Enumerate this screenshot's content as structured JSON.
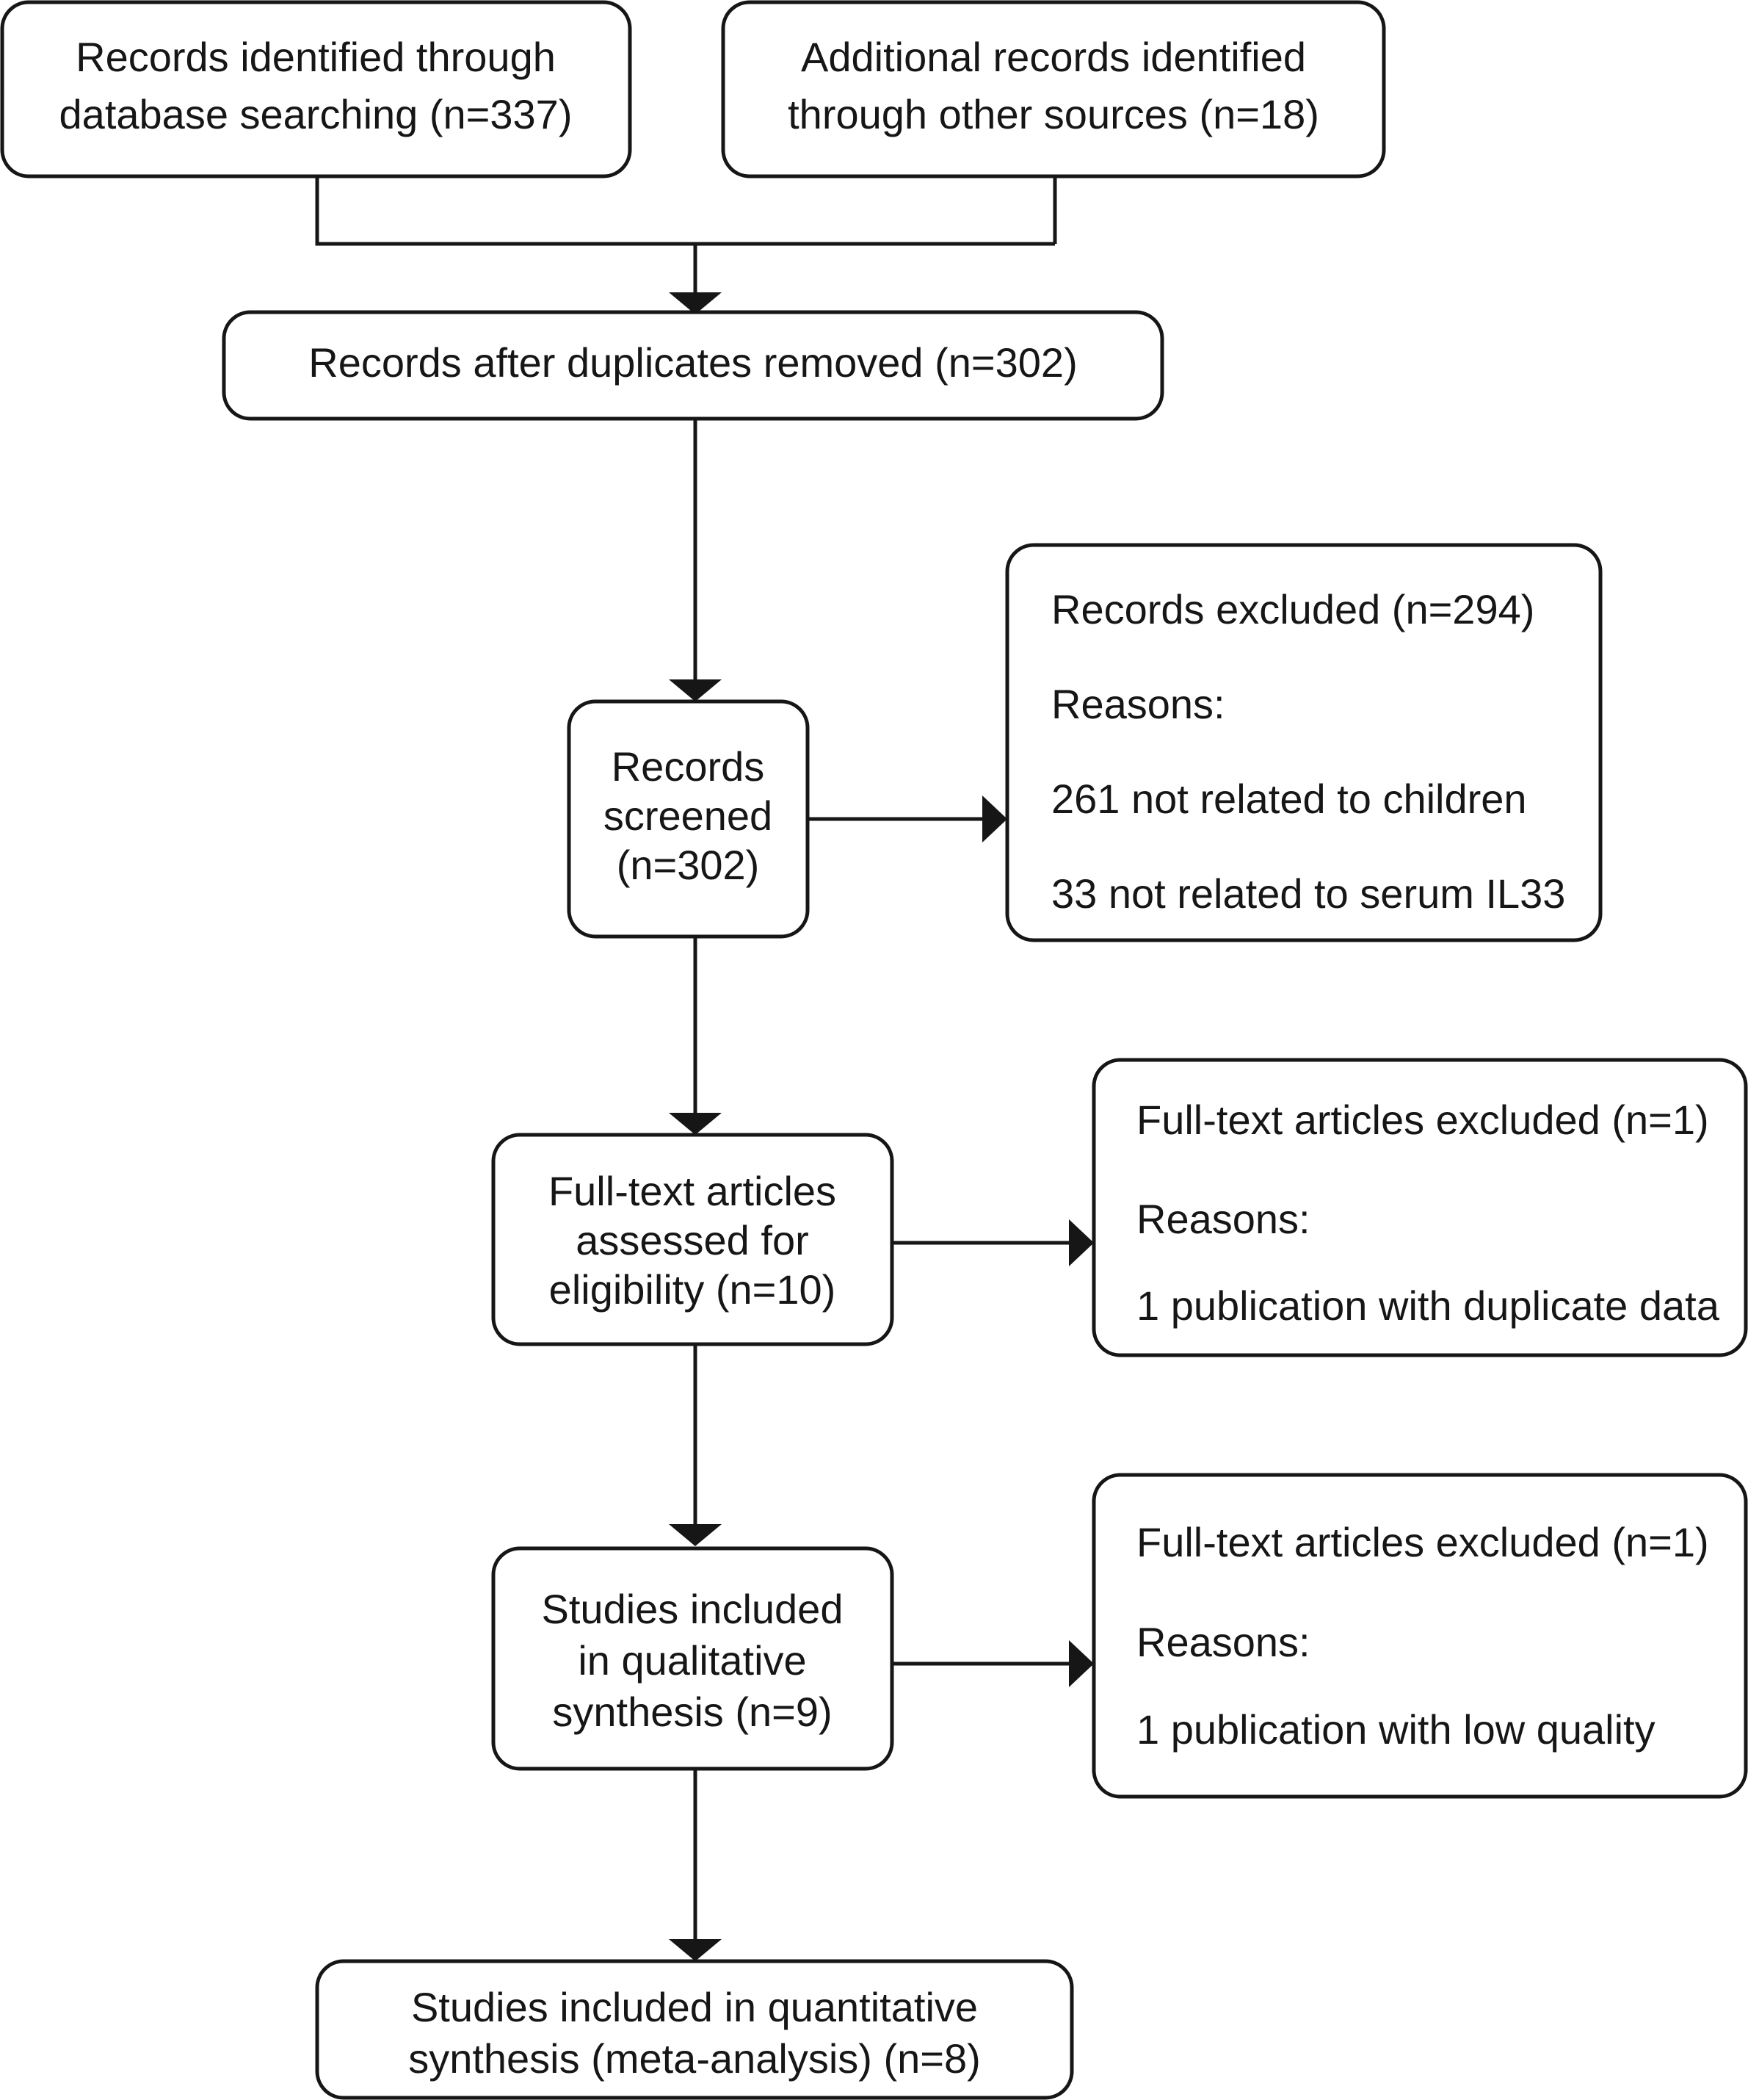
{
  "diagram": {
    "type": "prisma-flow-diagram",
    "title": "PRISMA study selection flow diagram",
    "stroke_color": "#161616",
    "fill_color": "#ffffff",
    "nodes": [
      {
        "id": "identified-database",
        "name": "records-identified-database",
        "lines": [
          "Records identified through",
          "database searching (n=337)"
        ],
        "count": 337,
        "align": "center"
      },
      {
        "id": "identified-other",
        "name": "records-identified-other-sources",
        "lines": [
          "Additional records identified",
          "through other sources (n=18)"
        ],
        "count": 18,
        "align": "center"
      },
      {
        "id": "duplicates-removed",
        "name": "records-after-duplicates-removed",
        "lines": [
          "Records after duplicates removed (n=302)"
        ],
        "count": 302,
        "align": "center"
      },
      {
        "id": "records-screened",
        "name": "records-screened",
        "lines": [
          "Records",
          "screened",
          "(n=302)"
        ],
        "count": 302,
        "align": "center"
      },
      {
        "id": "records-excluded",
        "name": "records-excluded",
        "lines": [
          "Records excluded (n=294)",
          "Reasons:",
          "261 not related to children",
          "33 not related to serum IL33"
        ],
        "count": 294,
        "align": "left"
      },
      {
        "id": "fulltext-assessed",
        "name": "full-text-articles-assessed",
        "lines": [
          "Full-text articles",
          "assessed for",
          "eligibility (n=10)"
        ],
        "count": 10,
        "align": "center"
      },
      {
        "id": "fulltext-excluded-duplicate",
        "name": "full-text-articles-excluded-duplicate",
        "lines": [
          "Full-text articles excluded (n=1)",
          "Reasons:",
          "1 publication with duplicate data"
        ],
        "count": 1,
        "align": "left"
      },
      {
        "id": "qualitative-synthesis",
        "name": "studies-included-qualitative",
        "lines": [
          "Studies included",
          "in qualitative",
          "synthesis (n=9)"
        ],
        "count": 9,
        "align": "center"
      },
      {
        "id": "fulltext-excluded-quality",
        "name": "full-text-articles-excluded-quality",
        "lines": [
          "Full-text articles excluded (n=1)",
          "Reasons:",
          "1 publication with low quality"
        ],
        "count": 1,
        "align": "left"
      },
      {
        "id": "quantitative-synthesis",
        "name": "studies-included-quantitative",
        "lines": [
          "Studies included in quantitative",
          "synthesis (meta-analysis) (n=8)"
        ],
        "count": 8,
        "align": "center"
      }
    ],
    "text": {
      "identified_database_l1": "Records identified through",
      "identified_database_l2": "database searching (n=337)",
      "identified_other_l1": "Additional records identified",
      "identified_other_l2": "through other sources (n=18)",
      "duplicates_removed_l1": "Records after duplicates removed (n=302)",
      "records_screened_l1": "Records",
      "records_screened_l2": "screened",
      "records_screened_l3": "(n=302)",
      "records_excluded_l1": "Records excluded (n=294)",
      "records_excluded_l2": "Reasons:",
      "records_excluded_l3": "261 not related to children",
      "records_excluded_l4": "33 not related to serum IL33",
      "fulltext_assessed_l1": "Full-text articles",
      "fulltext_assessed_l2": "assessed for",
      "fulltext_assessed_l3": "eligibility (n=10)",
      "fulltext_excl_dup_l1": "Full-text articles excluded (n=1)",
      "fulltext_excl_dup_l2": "Reasons:",
      "fulltext_excl_dup_l3": "1 publication with duplicate data",
      "qualitative_l1": "Studies included",
      "qualitative_l2": "in qualitative",
      "qualitative_l3": "synthesis (n=9)",
      "fulltext_excl_qual_l1": "Full-text articles excluded (n=1)",
      "fulltext_excl_qual_l2": "Reasons:",
      "fulltext_excl_qual_l3": "1 publication with low quality",
      "quantitative_l1": "Studies included in quantitative",
      "quantitative_l2": "synthesis (meta-analysis) (n=8)"
    }
  }
}
